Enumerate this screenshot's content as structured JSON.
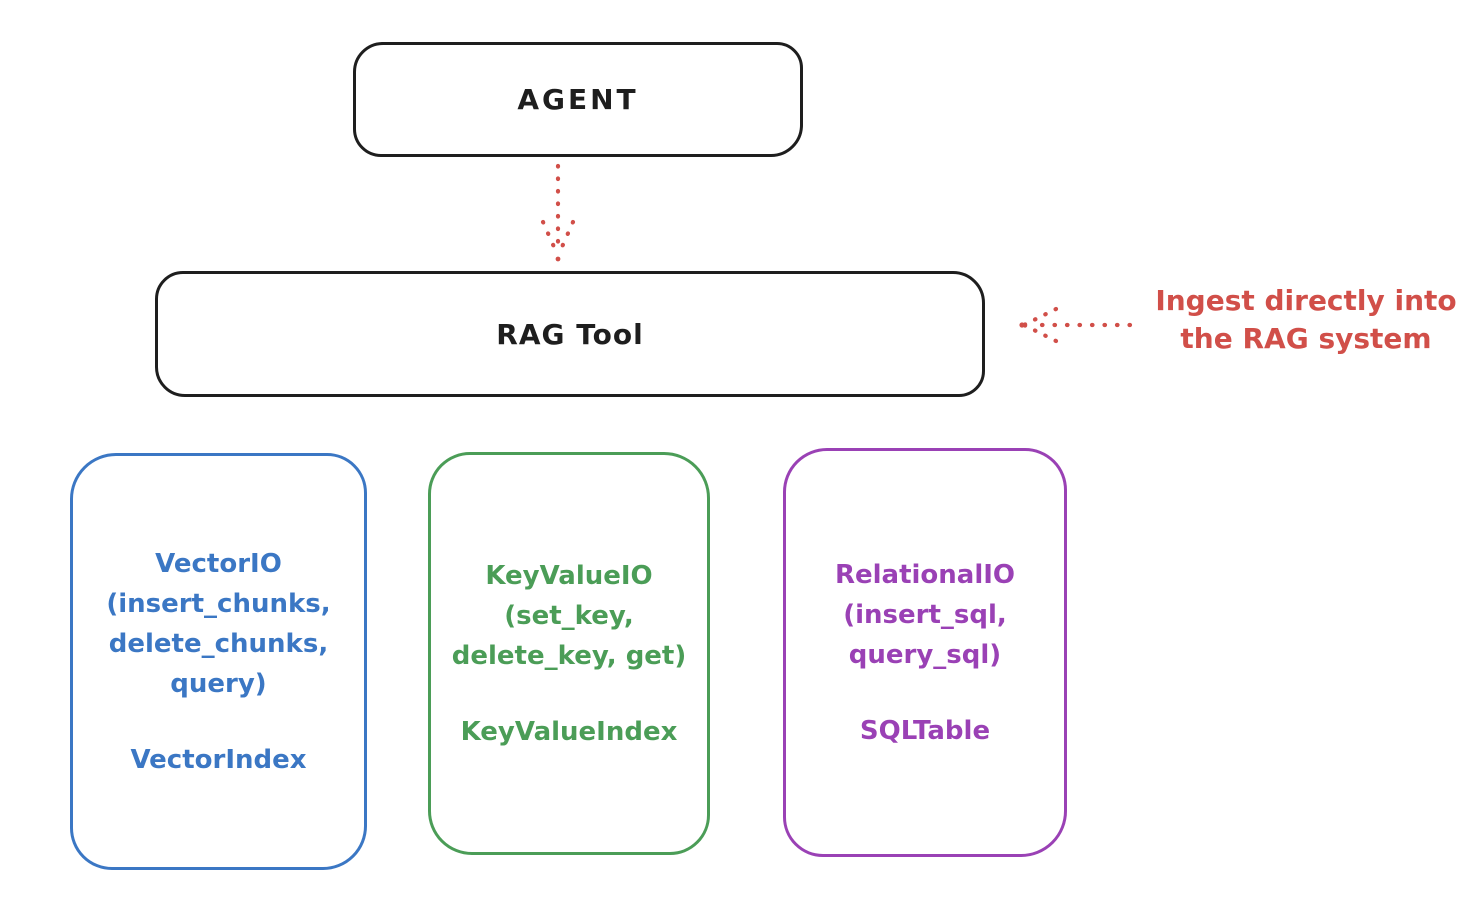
{
  "diagram": {
    "background_color": "#ffffff",
    "ink_color": "#1e1e1e",
    "accent_red": "#d14f49",
    "agent": {
      "label": "AGENT"
    },
    "rag_tool": {
      "label": "RAG Tool"
    },
    "annotation": {
      "line1": "Ingest directly into",
      "line2": "the RAG system",
      "color": "#d14f49"
    },
    "arrows": [
      {
        "name": "agent-to-rag-arrow",
        "style": "dotted",
        "direction": "down",
        "color": "#d14f49"
      },
      {
        "name": "ingest-to-rag-arrow",
        "style": "dotted",
        "direction": "left",
        "color": "#d14f49"
      }
    ],
    "storage_boxes": [
      {
        "name": "vector-io-box",
        "color": "#3b77c4",
        "title_block": "VectorIO\n(insert_chunks,\ndelete_chunks,\nquery)",
        "index_label": "VectorIndex"
      },
      {
        "name": "keyvalue-io-box",
        "color": "#4b9d57",
        "title_block": "KeyValueIO\n(set_key,\ndelete_key, get)",
        "index_label": "KeyValueIndex"
      },
      {
        "name": "relational-io-box",
        "color": "#9a41b5",
        "title_block": "RelationalIO\n(insert_sql,\nquery_sql)",
        "index_label": "SQLTable"
      }
    ]
  }
}
